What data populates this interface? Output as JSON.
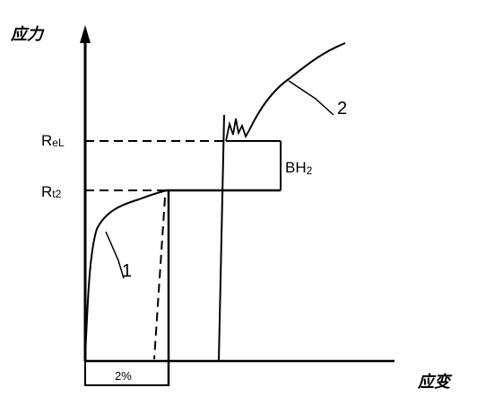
{
  "axes": {
    "y_label": "应力",
    "x_label": "应变"
  },
  "levels": {
    "upper": "ReL",
    "lower": "Rt2"
  },
  "band_label": "BH₂",
  "curves": {
    "curve_1_label": "1",
    "curve_2_label": "2"
  },
  "strain_marker": "2%"
}
